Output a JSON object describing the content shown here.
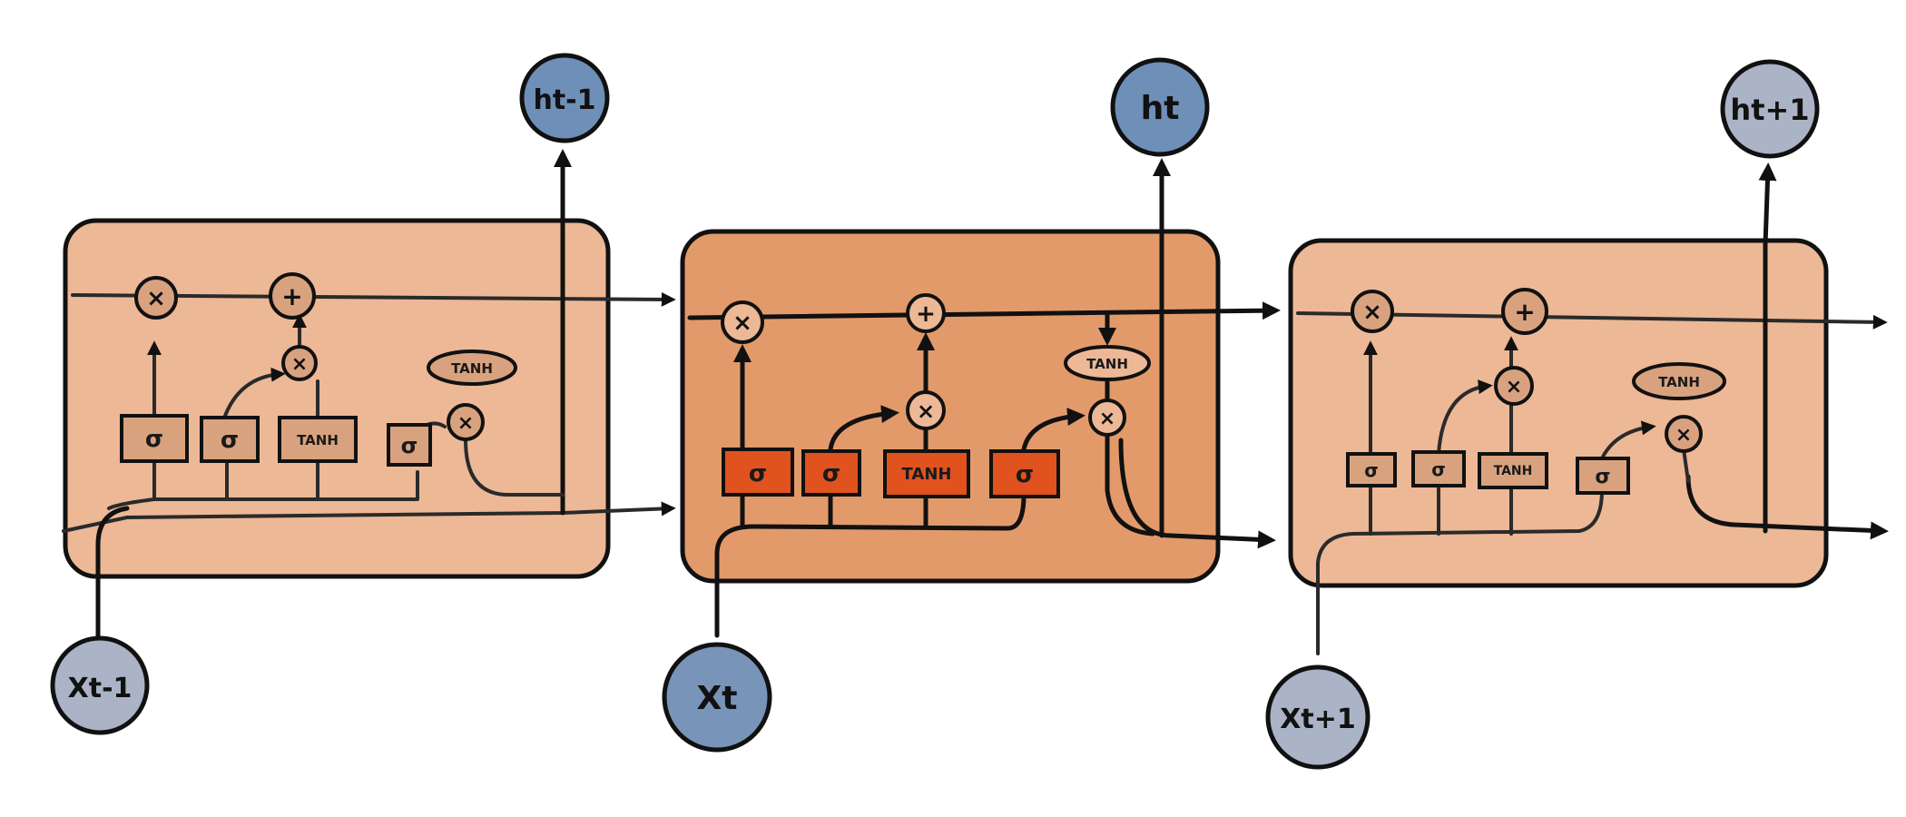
{
  "diagram": {
    "colors": {
      "cell_fill": "#e39a6a",
      "cell_fill_light": "#edb896",
      "gate_active": "#e0521e",
      "gate_faded": "#d9a27f",
      "output_node": "#6e8fb8",
      "input_node": "#7894b8",
      "faded_node": "#aab4c6",
      "ink": "#111111"
    },
    "cells": [
      {
        "state": "faded",
        "gates": [
          "σ",
          "σ",
          "TANH",
          "σ"
        ],
        "tanh_label": "TANH",
        "ops": {
          "forget": "×",
          "add": "+",
          "input": "×",
          "output": "×"
        },
        "output_label": "ht-1",
        "input_label": "Xt-1"
      },
      {
        "state": "active",
        "gates": [
          "σ",
          "σ",
          "TANH",
          "σ"
        ],
        "tanh_label": "TANH",
        "ops": {
          "forget": "×",
          "add": "+",
          "input": "×",
          "output": "×"
        },
        "output_label": "ht",
        "input_label": "Xt"
      },
      {
        "state": "faded",
        "gates": [
          "σ",
          "σ",
          "TANH",
          "σ"
        ],
        "tanh_label": "TANH",
        "ops": {
          "forget": "×",
          "add": "+",
          "input": "×",
          "output": "×"
        },
        "output_label": "ht+1",
        "input_label": "Xt+1"
      }
    ]
  }
}
